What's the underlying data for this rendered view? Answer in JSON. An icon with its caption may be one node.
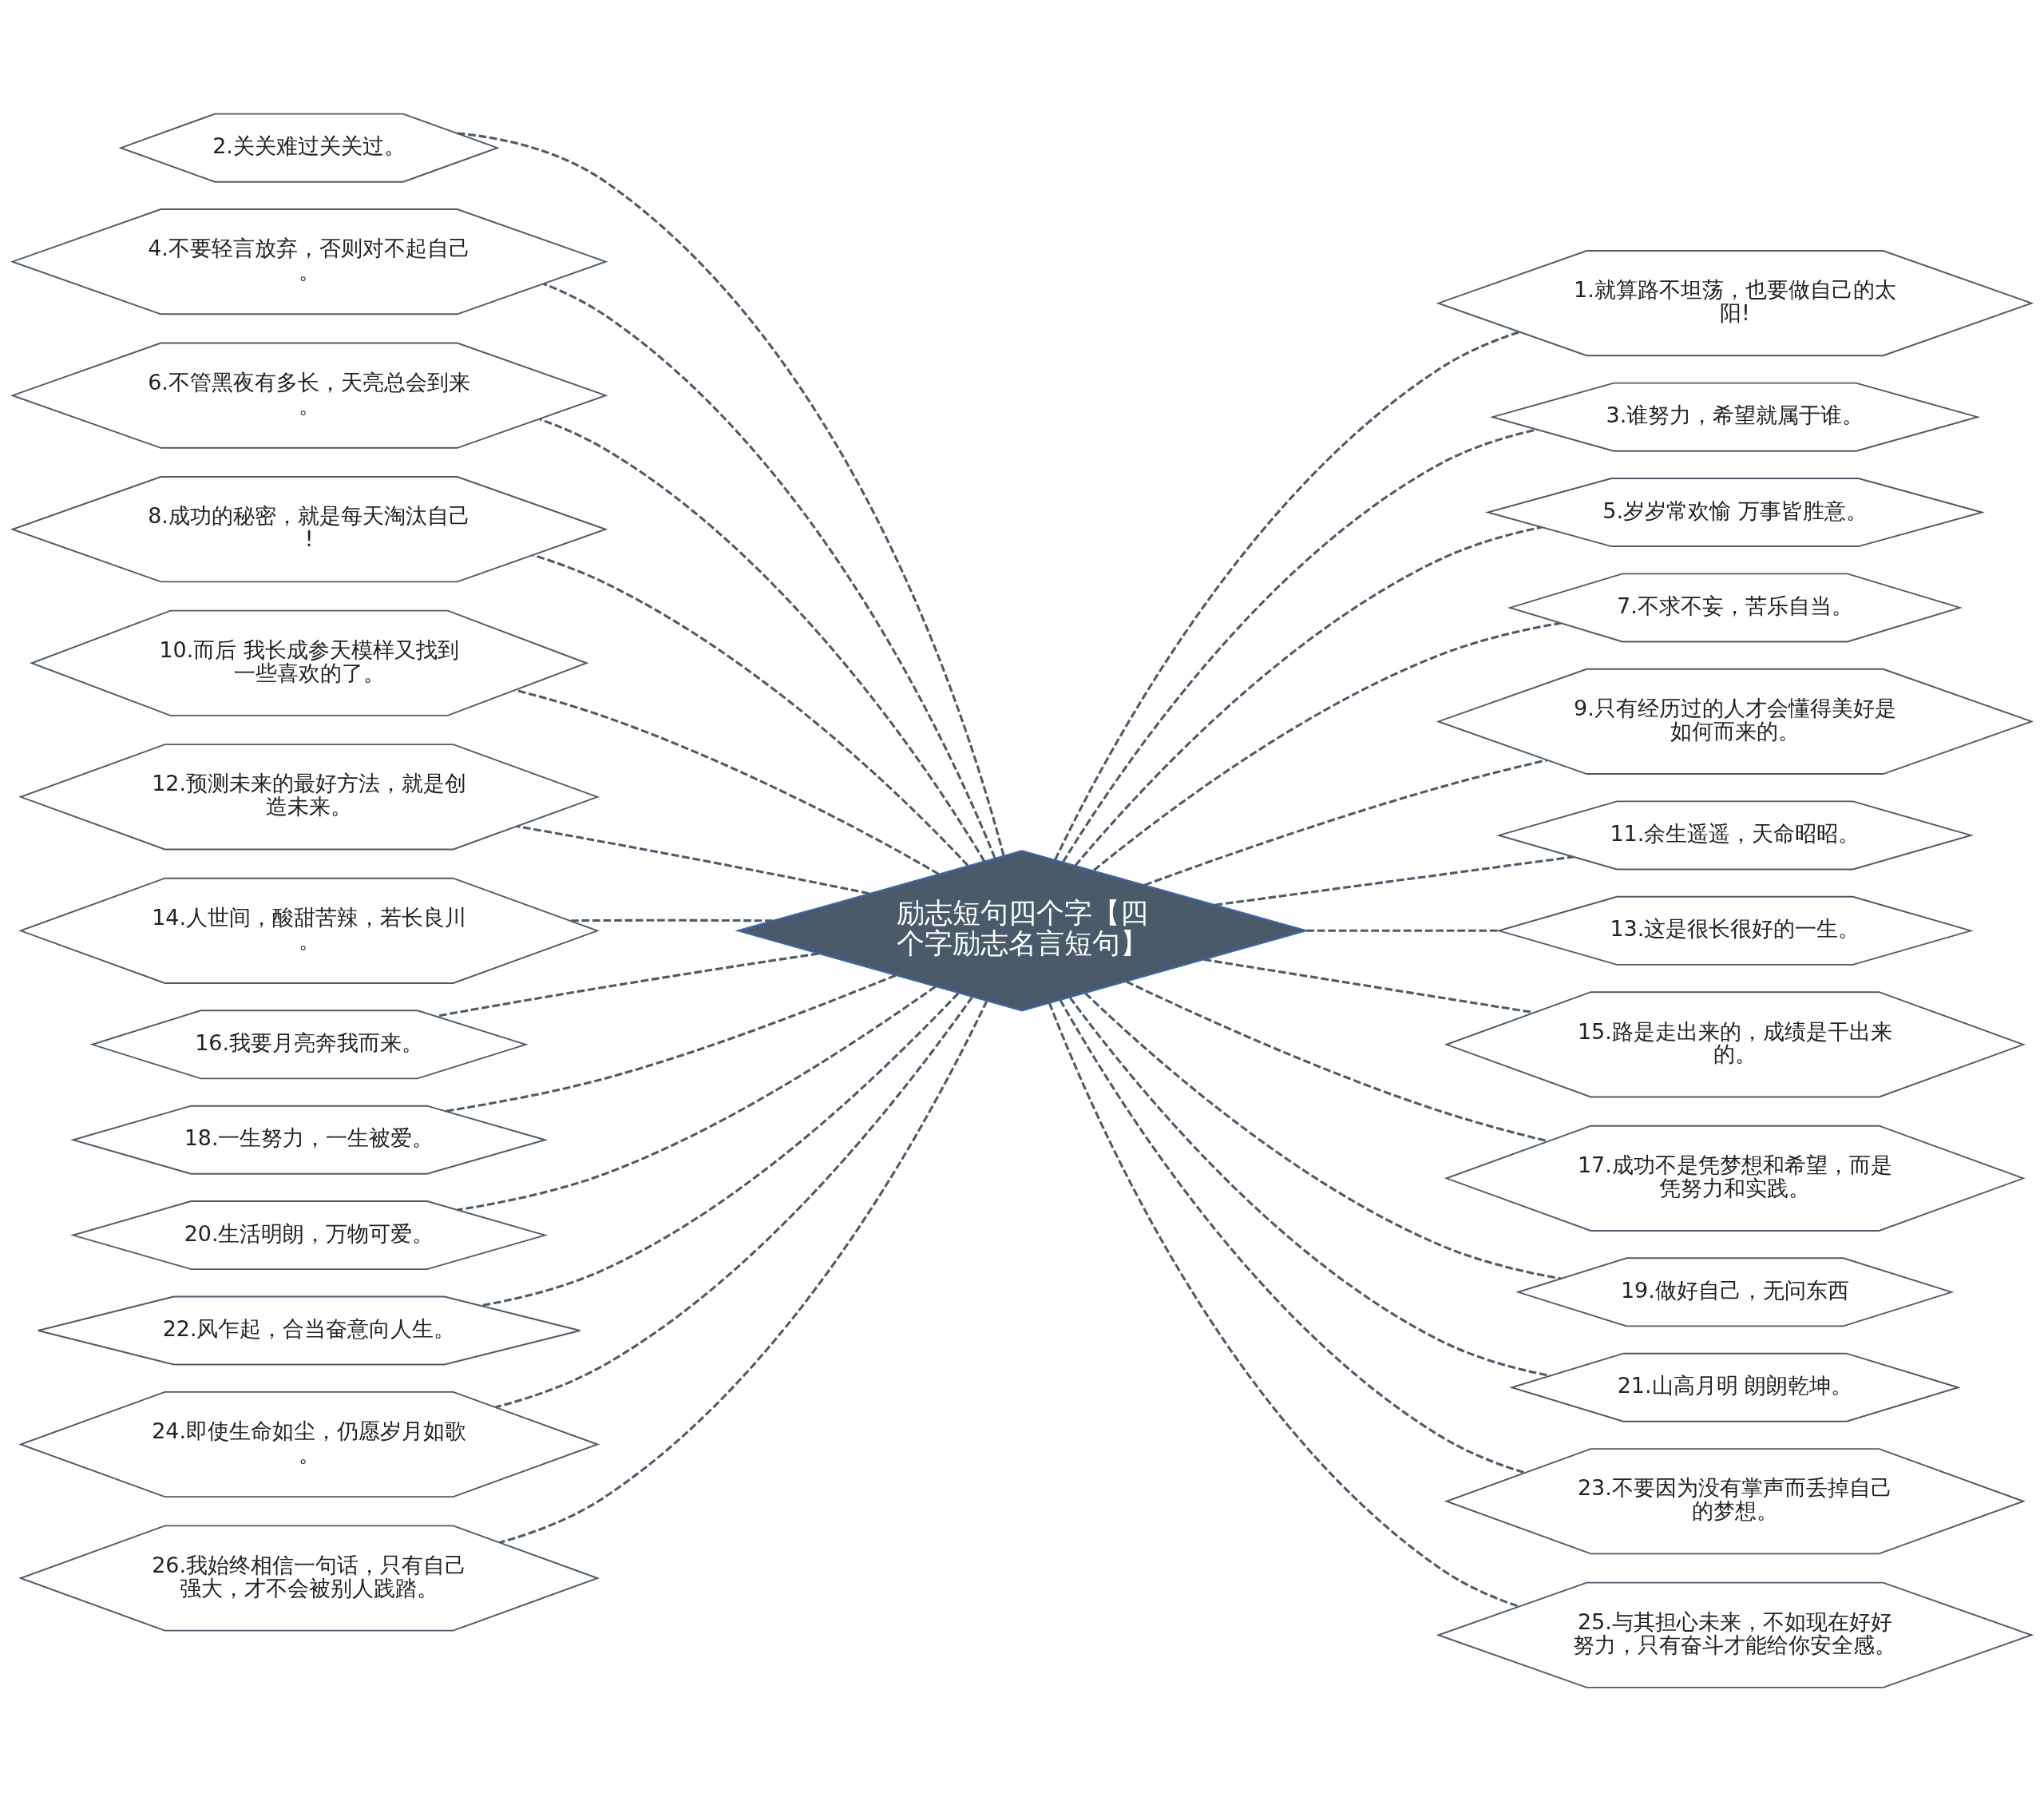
{
  "diagram": {
    "nodes": [
      {
        "text": [
          "励志短句四个字【四个字励志名言短句】"
        ]
      },
      {
        "text": [
          "1.就算路不坦荡，也要做自己的太阳!"
        ]
      },
      {
        "text": [
          "2.关关难过关关过。"
        ]
      },
      {
        "text": [
          "3.谁努力，希望就属于谁。"
        ]
      },
      {
        "text": [
          "4.不要轻言放弃，否则对不起自己。"
        ]
      },
      {
        "text": [
          "5.岁岁常欢愉 万事皆胜意。"
        ]
      },
      {
        "text": [
          "6.不管黑夜有多长，天亮总会到来。"
        ]
      },
      {
        "text": [
          "7.不求不妄，苦乐自当。"
        ]
      },
      {
        "text": [
          "8.成功的秘密，就是每天淘汰自己!"
        ]
      },
      {
        "text": [
          "9.只有经历过的人才会懂得美好是如何而来的。"
        ]
      },
      {
        "text": [
          "10.而后 我长成参天模样又找到一些喜欢的了。"
        ]
      },
      {
        "text": [
          "11.余生遥遥，天命昭昭。"
        ]
      },
      {
        "text": [
          "12.预测未来的最好方法，就是创造未来。"
        ]
      },
      {
        "text": [
          "13.这是很长很好的一生。"
        ]
      },
      {
        "text": [
          "14.人世间，酸甜苦辣，若长良川。"
        ]
      },
      {
        "text": [
          "15.路是走出来的，成绩是干出来的。"
        ]
      },
      {
        "text": [
          "16.我要月亮奔我而来。"
        ]
      },
      {
        "text": [
          "17.成功不是凭梦想和希望，而是凭努力和实践。"
        ]
      },
      {
        "text": [
          "18.一生努力，一生被爱。"
        ]
      },
      {
        "text": [
          "19.做好自己，无问东西"
        ]
      },
      {
        "text": [
          "20.生活明朗，万物可爱。"
        ]
      },
      {
        "text": [
          "21.山高月明 朗朗乾坤。"
        ]
      },
      {
        "text": [
          "22.风乍起，合当奋意向人生。"
        ]
      },
      {
        "text": [
          "23.不要因为没有掌声而丢掉自己的梦想。"
        ]
      },
      {
        "text": [
          "24.即使生命如尘，仍愿岁月如歌。"
        ]
      },
      {
        "text": [
          "25.与其担心未来，不如现在好好努力，只有奋斗才能给你安全感。"
        ]
      },
      {
        "text": [
          "26.我始终相信一句话，只有自己强大，才不会被别人践踏。"
        ]
      }
    ],
    "edges": [
      {
        "from": 0,
        "to": 1,
        "arrow": "none",
        "style": "dashed"
      },
      {
        "from": 0,
        "to": 2,
        "arrow": "none",
        "style": "dashed"
      },
      {
        "from": 0,
        "to": 3,
        "arrow": "none",
        "style": "dashed"
      },
      {
        "from": 0,
        "to": 4,
        "arrow": "none",
        "style": "dashed"
      },
      {
        "from": 0,
        "to": 5,
        "arrow": "none",
        "style": "dashed"
      },
      {
        "from": 0,
        "to": 6,
        "arrow": "none",
        "style": "dashed"
      },
      {
        "from": 0,
        "to": 7,
        "arrow": "none",
        "style": "dashed"
      },
      {
        "from": 0,
        "to": 8,
        "arrow": "none",
        "style": "dashed"
      },
      {
        "from": 0,
        "to": 9,
        "arrow": "none",
        "style": "dashed"
      },
      {
        "from": 0,
        "to": 10,
        "arrow": "none",
        "style": "dashed"
      },
      {
        "from": 0,
        "to": 11,
        "arrow": "none",
        "style": "dashed"
      },
      {
        "from": 0,
        "to": 12,
        "arrow": "none",
        "style": "dashed"
      },
      {
        "from": 0,
        "to": 13,
        "arrow": "none",
        "style": "dashed"
      },
      {
        "from": 0,
        "to": 14,
        "arrow": "none",
        "style": "dashed"
      },
      {
        "from": 0,
        "to": 15,
        "arrow": "none",
        "style": "dashed"
      },
      {
        "from": 0,
        "to": 16,
        "arrow": "none",
        "style": "dashed"
      },
      {
        "from": 0,
        "to": 17,
        "arrow": "none",
        "style": "dashed"
      },
      {
        "from": 0,
        "to": 18,
        "arrow": "none",
        "style": "dashed"
      },
      {
        "from": 0,
        "to": 19,
        "arrow": "none",
        "style": "dashed"
      },
      {
        "from": 0,
        "to": 20,
        "arrow": "none",
        "style": "dashed"
      },
      {
        "from": 0,
        "to": 21,
        "arrow": "none",
        "style": "dashed"
      },
      {
        "from": 0,
        "to": 22,
        "arrow": "none",
        "style": "dashed"
      },
      {
        "from": 0,
        "to": 23,
        "arrow": "none",
        "style": "dashed"
      },
      {
        "from": 0,
        "to": 24,
        "arrow": "none",
        "style": "dashed"
      },
      {
        "from": 0,
        "to": 25,
        "arrow": "none",
        "style": "dashed"
      },
      {
        "from": 0,
        "to": 26,
        "arrow": "none",
        "style": "dashed"
      }
    ]
  }
}
